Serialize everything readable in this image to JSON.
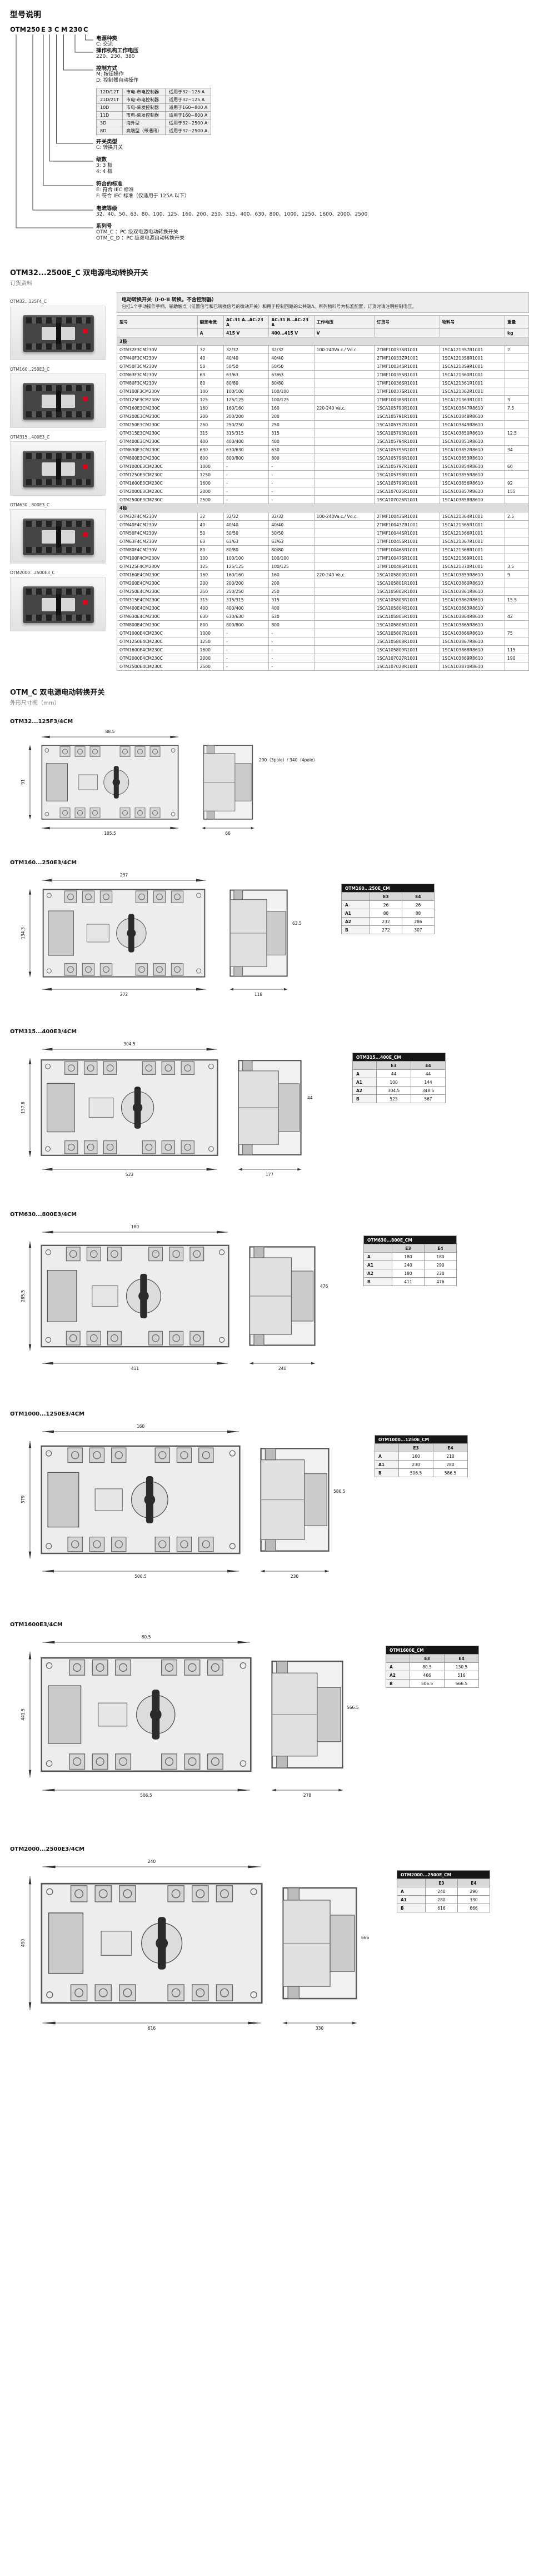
{
  "meta": {
    "accent": "#e2001a",
    "ink": "#111111"
  },
  "model_section": {
    "title": "型号说明",
    "code_parts": [
      "OTM",
      "250",
      "E",
      "3",
      "C",
      "M",
      "230",
      "C"
    ],
    "branches": [
      {
        "label": "电源种类",
        "lines": [
          "C: 交流"
        ]
      },
      {
        "label": "操作机构工作电压",
        "lines": [
          "220、230、380"
        ]
      },
      {
        "label": "控制方式",
        "lines": [
          "M: 按钮操作",
          "D: 控制器自动操作"
        ]
      },
      {
        "label": "开关类型",
        "lines": [
          "C: 转换开关"
        ]
      },
      {
        "label": "级数",
        "lines": [
          "3: 3 极",
          "4: 4 极"
        ]
      },
      {
        "label": "符合的标准",
        "lines": [
          "E: 符合 IEC 标准",
          "F: 符合 IEC 标准（仅适用于 125A 以下）"
        ]
      },
      {
        "label": "电流等级",
        "lines": [
          "32、40、50、63、80、100、125、160、200、250、315、400、630、800、1000、1250、1600、2000、2500"
        ]
      },
      {
        "label": "系列号",
        "lines": [
          "OTM_C ：PC 级双电源电动转换开关",
          "OTM_C_D ：PC 级双电源自动转换开关"
        ]
      }
    ],
    "controller_table": [
      [
        "12D/12T",
        "市电-市电控制器",
        "适用于32~125 A"
      ],
      [
        "21D/21T",
        "市电-市电控制器",
        "适用于32~125 A"
      ],
      [
        "10D",
        "市电-柴发控制器",
        "适用于160~800 A"
      ],
      [
        "11D",
        "市电-柴发控制器",
        "适用于160~800 A"
      ],
      [
        "3D",
        "海外型",
        "适用于32~2500 A"
      ],
      [
        "8D",
        "高端型（带通讯）",
        "适用于32~2500 A"
      ]
    ]
  },
  "ordering": {
    "title": "OTM32...2500E_C 双电源电动转换开关",
    "subtitle": "订货资料",
    "photos": [
      {
        "caption": "OTM32...125F4_C"
      },
      {
        "caption": "OTM160...250E3_C"
      },
      {
        "caption": "OTM315...400E3_C"
      },
      {
        "caption": "OTM630...800E3_C"
      },
      {
        "caption": "OTM2000...2500E3_C"
      }
    ],
    "note_title": "电动转换开关（I-0-II 转换，不含控制器）",
    "note_body": "包括1个手动操作手柄、辅助触点（位置信号和已转换信号的微动开关）和用于控制回路的公共端A。所列物料号为标准配置，订货时请注明控制电压。",
    "headers": {
      "h1": "型号",
      "h2": "额定电流",
      "h3": "AC-31 A…AC-23 A",
      "h4": "AC-31 B…AC-23 A",
      "h5": "工作电压",
      "h6": "订货号",
      "h7": "物料号",
      "h8": "重量",
      "u1": "",
      "u2": "A",
      "u3": "415 V",
      "u4": "400…415 V",
      "u5": "V",
      "u6": "",
      "u7": "",
      "u8": "kg"
    },
    "group3": "3极",
    "group4": "4极",
    "rows3": [
      [
        "OTM32F3CM230V",
        "32",
        "32/32",
        "32/32",
        "100-240Va.c./ Vd.c.",
        "2TMF10033SR1001",
        "1SCA1213S7R1001",
        "2"
      ],
      [
        "OTM40F3CM230V",
        "40",
        "40/40",
        "40/40",
        "",
        "2TMF10033ZR1001",
        "1SCA1213S8R1001",
        ""
      ],
      [
        "OTM50F3CM230V",
        "50",
        "50/50",
        "50/50",
        "",
        "1TMF10034SR1001",
        "1SCA1213S9R1001",
        ""
      ],
      [
        "OTM63F3CM230V",
        "63",
        "63/63",
        "63/63",
        "",
        "1TMF10035SR1001",
        "1SCA121360R1001",
        ""
      ],
      [
        "OTM80F3CM230V",
        "80",
        "80/80",
        "80/80",
        "",
        "1TMF10036SR1001",
        "1SCA121361R1001",
        ""
      ],
      [
        "OTM100F3CM230V",
        "100",
        "100/100",
        "100/100",
        "",
        "1TMF10037SR1001",
        "1SCA121362R1001",
        ""
      ],
      [
        "OTM125F3CM230V",
        "125",
        "125/125",
        "100/125",
        "",
        "1TMF10038SR1001",
        "1SCA121363R1001",
        "3"
      ],
      [
        "OTM160E3CM230C",
        "160",
        "160/160",
        "160",
        "220-240 Va.c.",
        "1SCA105790R1001",
        "1SCA103847R8610",
        "7.5"
      ],
      [
        "OTM200E3CM230C",
        "200",
        "200/200",
        "200",
        "",
        "1SCA105791R1001",
        "1SCA103848R8610",
        ""
      ],
      [
        "OTM250E3CM230C",
        "250",
        "250/250",
        "250",
        "",
        "1SCA105792R1001",
        "1SCA103849R8610",
        ""
      ],
      [
        "OTM315E3CM230C",
        "315",
        "315/315",
        "315",
        "",
        "1SCA105793R1001",
        "1SCA103850R8610",
        "12.5"
      ],
      [
        "OTM400E3CM230C",
        "400",
        "400/400",
        "400",
        "",
        "1SCA105794R1001",
        "1SCA103851R8610",
        ""
      ],
      [
        "OTM630E3CM230C",
        "630",
        "630/630",
        "630",
        "",
        "1SCA105795R1001",
        "1SCA103852R8610",
        "34"
      ],
      [
        "OTM800E3CM230C",
        "800",
        "800/800",
        "800",
        "",
        "1SCA105796R1001",
        "1SCA103853R8610",
        ""
      ],
      [
        "OTM1000E3CM230C",
        "1000",
        "-",
        "-",
        "",
        "1SCA105797R1001",
        "1SCA103854R8610",
        "60"
      ],
      [
        "OTM1250E3CM230C",
        "1250",
        "-",
        "-",
        "",
        "1SCA105798R1001",
        "1SCA103855R8610",
        ""
      ],
      [
        "OTM1600E3CM230C",
        "1600",
        "-",
        "-",
        "",
        "1SCA105799R1001",
        "1SCA103856R8610",
        "92"
      ],
      [
        "OTM2000E3CM230C",
        "2000",
        "-",
        "-",
        "",
        "1SCA107025R1001",
        "1SCA103857R8610",
        "155"
      ],
      [
        "OTM2500E3CM230C",
        "2500",
        "-",
        "-",
        "",
        "1SCA107026R1001",
        "1SCA103858R8610",
        ""
      ]
    ],
    "rows4": [
      [
        "OTM32F4CM230V",
        "32",
        "32/32",
        "32/32",
        "100-240Va.c./ Vd.c.",
        "2TMF10043SR1001",
        "1SCA121364R1001",
        "2.5"
      ],
      [
        "OTM40F4CM230V",
        "40",
        "40/40",
        "40/40",
        "",
        "2TMF10043ZR1001",
        "1SCA121365R1001",
        ""
      ],
      [
        "OTM50F4CM230V",
        "50",
        "50/50",
        "50/50",
        "",
        "1TMF10044SR1001",
        "1SCA121366R1001",
        ""
      ],
      [
        "OTM63F4CM230V",
        "63",
        "63/63",
        "63/63",
        "",
        "1TMF10045SR1001",
        "1SCA121367R1001",
        ""
      ],
      [
        "OTM80F4CM230V",
        "80",
        "80/80",
        "80/80",
        "",
        "1TMF10046SR1001",
        "1SCA121368R1001",
        ""
      ],
      [
        "OTM100F4CM230V",
        "100",
        "100/100",
        "100/100",
        "",
        "1TMF10047SR1001",
        "1SCA121369R1001",
        ""
      ],
      [
        "OTM125F4CM230V",
        "125",
        "125/125",
        "100/125",
        "",
        "1TMF10048SR1001",
        "1SCA121370R1001",
        "3.5"
      ],
      [
        "OTM160E4CM230C",
        "160",
        "160/160",
        "160",
        "220-240 Va.c.",
        "1SCA105800R1001",
        "1SCA103859R8610",
        "9"
      ],
      [
        "OTM200E4CM230C",
        "200",
        "200/200",
        "200",
        "",
        "1SCA105801R1001",
        "1SCA103860R8610",
        ""
      ],
      [
        "OTM250E4CM230C",
        "250",
        "250/250",
        "250",
        "",
        "1SCA105802R1001",
        "1SCA103861R8610",
        ""
      ],
      [
        "OTM315E4CM230C",
        "315",
        "315/315",
        "315",
        "",
        "1SCA105803R1001",
        "1SCA103862R8610",
        "15.5"
      ],
      [
        "OTM400E4CM230C",
        "400",
        "400/400",
        "400",
        "",
        "1SCA105804R1001",
        "1SCA103863R8610",
        ""
      ],
      [
        "OTM630E4CM230C",
        "630",
        "630/630",
        "630",
        "",
        "1SCA105805R1001",
        "1SCA103864R8610",
        "42"
      ],
      [
        "OTM800E4CM230C",
        "800",
        "800/800",
        "800",
        "",
        "1SCA105806R1001",
        "1SCA103865R8610",
        ""
      ],
      [
        "OTM1000E4CM230C",
        "1000",
        "-",
        "-",
        "",
        "1SCA105807R1001",
        "1SCA103866R8610",
        "75"
      ],
      [
        "OTM1250E4CM230C",
        "1250",
        "-",
        "-",
        "",
        "1SCA105808R1001",
        "1SCA103867R8610",
        ""
      ],
      [
        "OTM1600E4CM230C",
        "1600",
        "-",
        "-",
        "",
        "1SCA105809R1001",
        "1SCA103868R8610",
        "115"
      ],
      [
        "OTM2000E4CM230C",
        "2000",
        "-",
        "-",
        "",
        "1SCA107027R1001",
        "1SCA103869R8610",
        "190"
      ],
      [
        "OTM2500E4CM230C",
        "2500",
        "-",
        "-",
        "",
        "1SCA107028R1001",
        "1SCA103870R8610",
        ""
      ]
    ]
  },
  "dimensions": {
    "title": "OTM_C 双电源电动转换开关",
    "subtitle": "外形尺寸图（mm）",
    "drawings": [
      {
        "heading": "OTM32...125F3/4CM",
        "dims": [
          "105.5",
          "91",
          "66",
          "88.5",
          "290（3pole）/ 340（4pole）"
        ],
        "table": null
      },
      {
        "heading": "OTM160...250E3/4CM",
        "dims": [
          "272",
          "134.3",
          "118",
          "237",
          "63.5"
        ],
        "table": {
          "name": "OTM160...250E_CM",
          "cols": [
            "E3",
            "E4"
          ],
          "rows": [
            [
              "A",
              "26",
              "26"
            ],
            [
              "A1",
              "88",
              "88"
            ],
            [
              "A2",
              "232",
              "286"
            ],
            [
              "B",
              "272",
              "307"
            ]
          ]
        }
      },
      {
        "heading": "OTM315...400E3/4CM",
        "dims": [
          "523",
          "137.8",
          "177",
          "304.5",
          "44"
        ],
        "table": {
          "name": "OTM315...400E_CM",
          "cols": [
            "E3",
            "E4"
          ],
          "rows": [
            [
              "A",
              "44",
              "44"
            ],
            [
              "A1",
              "100",
              "144"
            ],
            [
              "A2",
              "304.5",
              "348.5"
            ],
            [
              "B",
              "523",
              "567"
            ]
          ]
        }
      },
      {
        "heading": "OTM630...800E3/4CM",
        "dims": [
          "411",
          "285.5",
          "240",
          "180",
          "476"
        ],
        "table": {
          "name": "OTM630...800E_CM",
          "cols": [
            "E3",
            "E4"
          ],
          "rows": [
            [
              "A",
              "180",
              "180"
            ],
            [
              "A1",
              "240",
              "290"
            ],
            [
              "A2",
              "180",
              "230"
            ],
            [
              "B",
              "411",
              "476"
            ]
          ]
        }
      },
      {
        "heading": "OTM1000...1250E3/4CM",
        "dims": [
          "506.5",
          "379",
          "230",
          "160",
          "586.5"
        ],
        "table": {
          "name": "OTM1000...1250E_CM",
          "cols": [
            "E3",
            "E4"
          ],
          "rows": [
            [
              "A",
              "160",
              "210"
            ],
            [
              "A1",
              "230",
              "280"
            ],
            [
              "B",
              "506.5",
              "586.5"
            ]
          ]
        }
      },
      {
        "heading": "OTM1600E3/4CM",
        "dims": [
          "506.5",
          "441.5",
          "278",
          "80.5",
          "566.5"
        ],
        "table": {
          "name": "OTM1600E_CM",
          "cols": [
            "E3",
            "E4"
          ],
          "rows": [
            [
              "A",
              "80.5",
              "130.5"
            ],
            [
              "A2",
              "466",
              "516"
            ],
            [
              "B",
              "506.5",
              "566.5"
            ]
          ]
        }
      },
      {
        "heading": "OTM2000...2500E3/4CM",
        "dims": [
          "616",
          "490",
          "330",
          "240",
          "666"
        ],
        "table": {
          "name": "OTM2000...2500E_CM",
          "cols": [
            "E3",
            "E4"
          ],
          "rows": [
            [
              "A",
              "240",
              "290"
            ],
            [
              "A1",
              "280",
              "330"
            ],
            [
              "B",
              "616",
              "666"
            ]
          ]
        }
      }
    ]
  }
}
